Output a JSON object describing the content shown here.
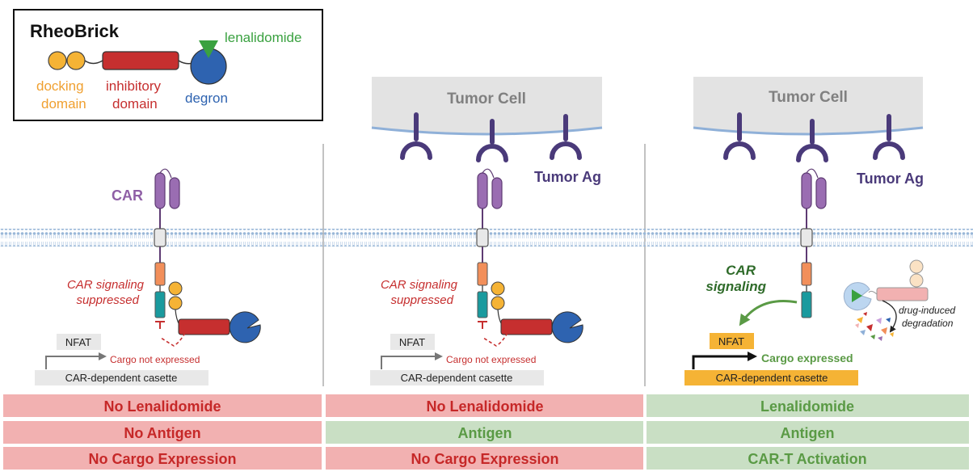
{
  "legend": {
    "title": "RheoBrick",
    "drug": "lenalidomide",
    "docking_line1": "docking",
    "docking_line2": "domain",
    "inhibitory_line1": "inhibitory",
    "inhibitory_line2": "domain",
    "degron": "degron"
  },
  "labels": {
    "tumor_cell": "Tumor Cell",
    "tumor_ag": "Tumor Ag",
    "car": "CAR",
    "suppressed_line1": "CAR signaling",
    "suppressed_line2": "suppressed",
    "signaling_line1": "CAR",
    "signaling_line2": "signaling",
    "nfat": "NFAT",
    "cassette": "CAR-dependent casette",
    "cargo_not": "Cargo not expressed",
    "cargo_yes": "Cargo expressed",
    "degradation_line1": "drug-induced",
    "degradation_line2": "degradation"
  },
  "conditions": [
    {
      "drug": "No Lenalidomide",
      "antigen": "No Antigen",
      "outcome": "No Cargo Expression"
    },
    {
      "drug": "No Lenalidomide",
      "antigen": "Antigen",
      "outcome": "No Cargo Expression"
    },
    {
      "drug": "Lenalidomide",
      "antigen": "Antigen",
      "outcome": "CAR-T Activation"
    }
  ],
  "colors": {
    "negative_fill": "#f2b1b1",
    "negative_text": "#c62828",
    "positive_fill": "#c9dfc4",
    "positive_text": "#5a9a45",
    "car_purple": "#8f5fa6",
    "antigen_navy": "#4a3a7a",
    "docking_orange": "#f5b335",
    "inhibitory_red": "#c62f2f",
    "degron_blue": "#2e63b0",
    "drug_green": "#3aa140",
    "membrane_blue": "#9ab8d8",
    "signal_green": "#2f6b2a"
  }
}
